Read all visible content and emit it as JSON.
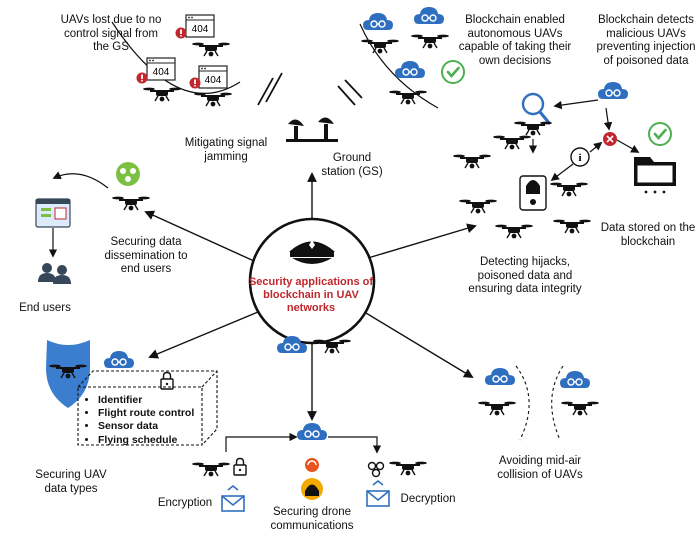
{
  "center": {
    "title": "Security applications of blockchain in UAV networks"
  },
  "labels": {
    "uavs_lost": "UAVs lost due to no control signal from the GS",
    "blockchain_autonomous": "Blockchain enabled autonomous UAVs capable of taking their own decisions",
    "blockchain_detects": "Blockchain detects malicious UAVs preventing injection of poisoned data",
    "mitigating_jamming": "Mitigating signal jamming",
    "ground_station": "Ground station (GS)",
    "securing_dissemination": "Securing data dissemination to end users",
    "end_users": "End users",
    "data_stored": "Data stored on the blockchain",
    "detecting_hijacks": "Detecting hijacks, poisoned data and ensuring data integrity",
    "securing_types": "Securing UAV data types",
    "encryption": "Encryption",
    "securing_comms": "Securing drone communications",
    "decryption": "Decryption",
    "avoiding_collision": "Avoiding mid-air collision of UAVs",
    "error_code": "404"
  },
  "data_types": [
    "Identifier",
    "Flight route control",
    "Sensor data",
    "Flying schedule"
  ],
  "colors": {
    "blockchain_blue": "#2f6fbf",
    "accent_red": "#c1272d",
    "check_green": "#4caf50",
    "shield_blue": "#3b7ed0"
  }
}
